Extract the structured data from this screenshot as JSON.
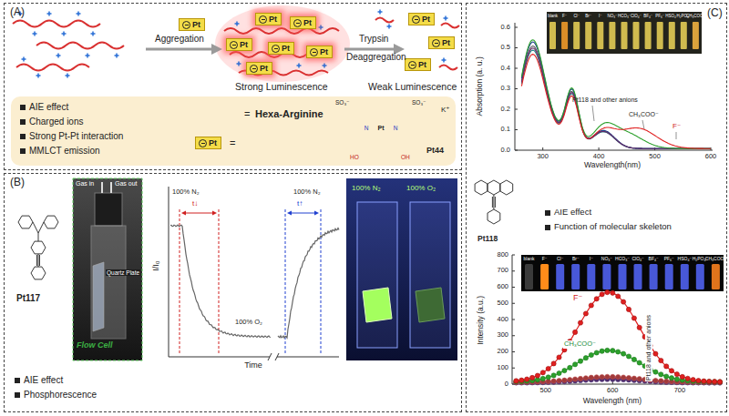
{
  "diagram": {
    "nodes": [
      {
        "text": [
          "(A)"
        ]
      },
      {
        "text": [
          "Pt"
        ],
        "in": 0
      },
      {
        "text": [
          "Pt"
        ],
        "in": 0
      },
      {
        "text": [
          "Pt"
        ],
        "in": 0
      },
      {
        "text": [
          "Pt"
        ],
        "in": 0
      },
      {
        "text": [
          "Pt"
        ],
        "in": 0
      },
      {
        "text": [
          "Pt"
        ],
        "in": 0
      },
      {
        "text": [
          "Pt"
        ],
        "in": 0
      },
      {
        "text": [
          "Pt"
        ],
        "in": 0
      },
      {
        "text": [
          "Pt"
        ],
        "in": 0
      },
      {
        "text": [
          "Pt"
        ],
        "in": 0
      },
      {
        "text": [
          "AIE effect",
          "Charged ions",
          "Strong Pt-Pt interaction",
          "MMLCT emission"
        ],
        "in": 0
      },
      {
        "text": [
          "Pt"
        ],
        "in": 11
      },
      {
        "text": [
          "(B)"
        ]
      },
      {
        "text": [
          "Gas in",
          "Gas out",
          "Quartz Plate",
          "Flow Cell"
        ],
        "in": 13
      },
      {
        "text": [
          "100% N₂",
          "100% O₂"
        ],
        "in": 13
      },
      {
        "text": [
          "(C)"
        ]
      },
      {
        "text": [
          "blank",
          "F⁻",
          "Cl⁻",
          "Br⁻",
          "I⁻",
          "NO₃⁻",
          "HCO₃⁻",
          "ClO₄⁻",
          "BF₄⁻",
          "PF₆⁻",
          "HSO₄⁻",
          "H₂PO₄⁻",
          "CH₃COO⁻"
        ],
        "in": 16
      },
      {
        "text": [
          "blank",
          "F⁻",
          "Cl⁻",
          "Br⁻",
          "I⁻",
          "NO₃⁻",
          "HCO₃⁻",
          "ClO₄⁻",
          "BF₄⁻",
          "PF₆⁻",
          "HSO₄⁻",
          "H₂PO₄⁻",
          "CH₃COO⁻"
        ],
        "in": 16
      }
    ],
    "labels": [
      "Aggregation",
      "Trypsin",
      "Deaggregation",
      "Strong Luminescence",
      "Weak Luminescence",
      "=",
      "Hexa-Arginine",
      "=",
      "Pt44",
      "K⁺",
      "SO₃⁻",
      "SO₃⁻",
      "Pt",
      "N",
      "N",
      "HO",
      "OH",
      "Pt117",
      "AIE effect",
      "Phosphorescence",
      "100% N₂",
      "t↓",
      "100% O₂",
      "100% N₂",
      "t↑",
      "I/I₀",
      "Time",
      "Absorption (a. u.)",
      "0.0",
      "0.1",
      "0.2",
      "0.3",
      "0.4",
      "0.5",
      "0.6",
      "300",
      "400",
      "500",
      "600",
      "Wavelength(nm)",
      "Pt118 and other anions",
      "CH₃COO⁻",
      "F⁻",
      "Pt118",
      "AIE effect",
      "Function of molecular skeleton",
      "Intensity (a.u.)",
      "0",
      "100",
      "200",
      "300",
      "400",
      "500",
      "600",
      "700",
      "800",
      "500",
      "600",
      "700",
      "Wavelength (nm)",
      "F⁻",
      "CH₃COO⁻",
      "Pt118 and other anions"
    ]
  }
}
